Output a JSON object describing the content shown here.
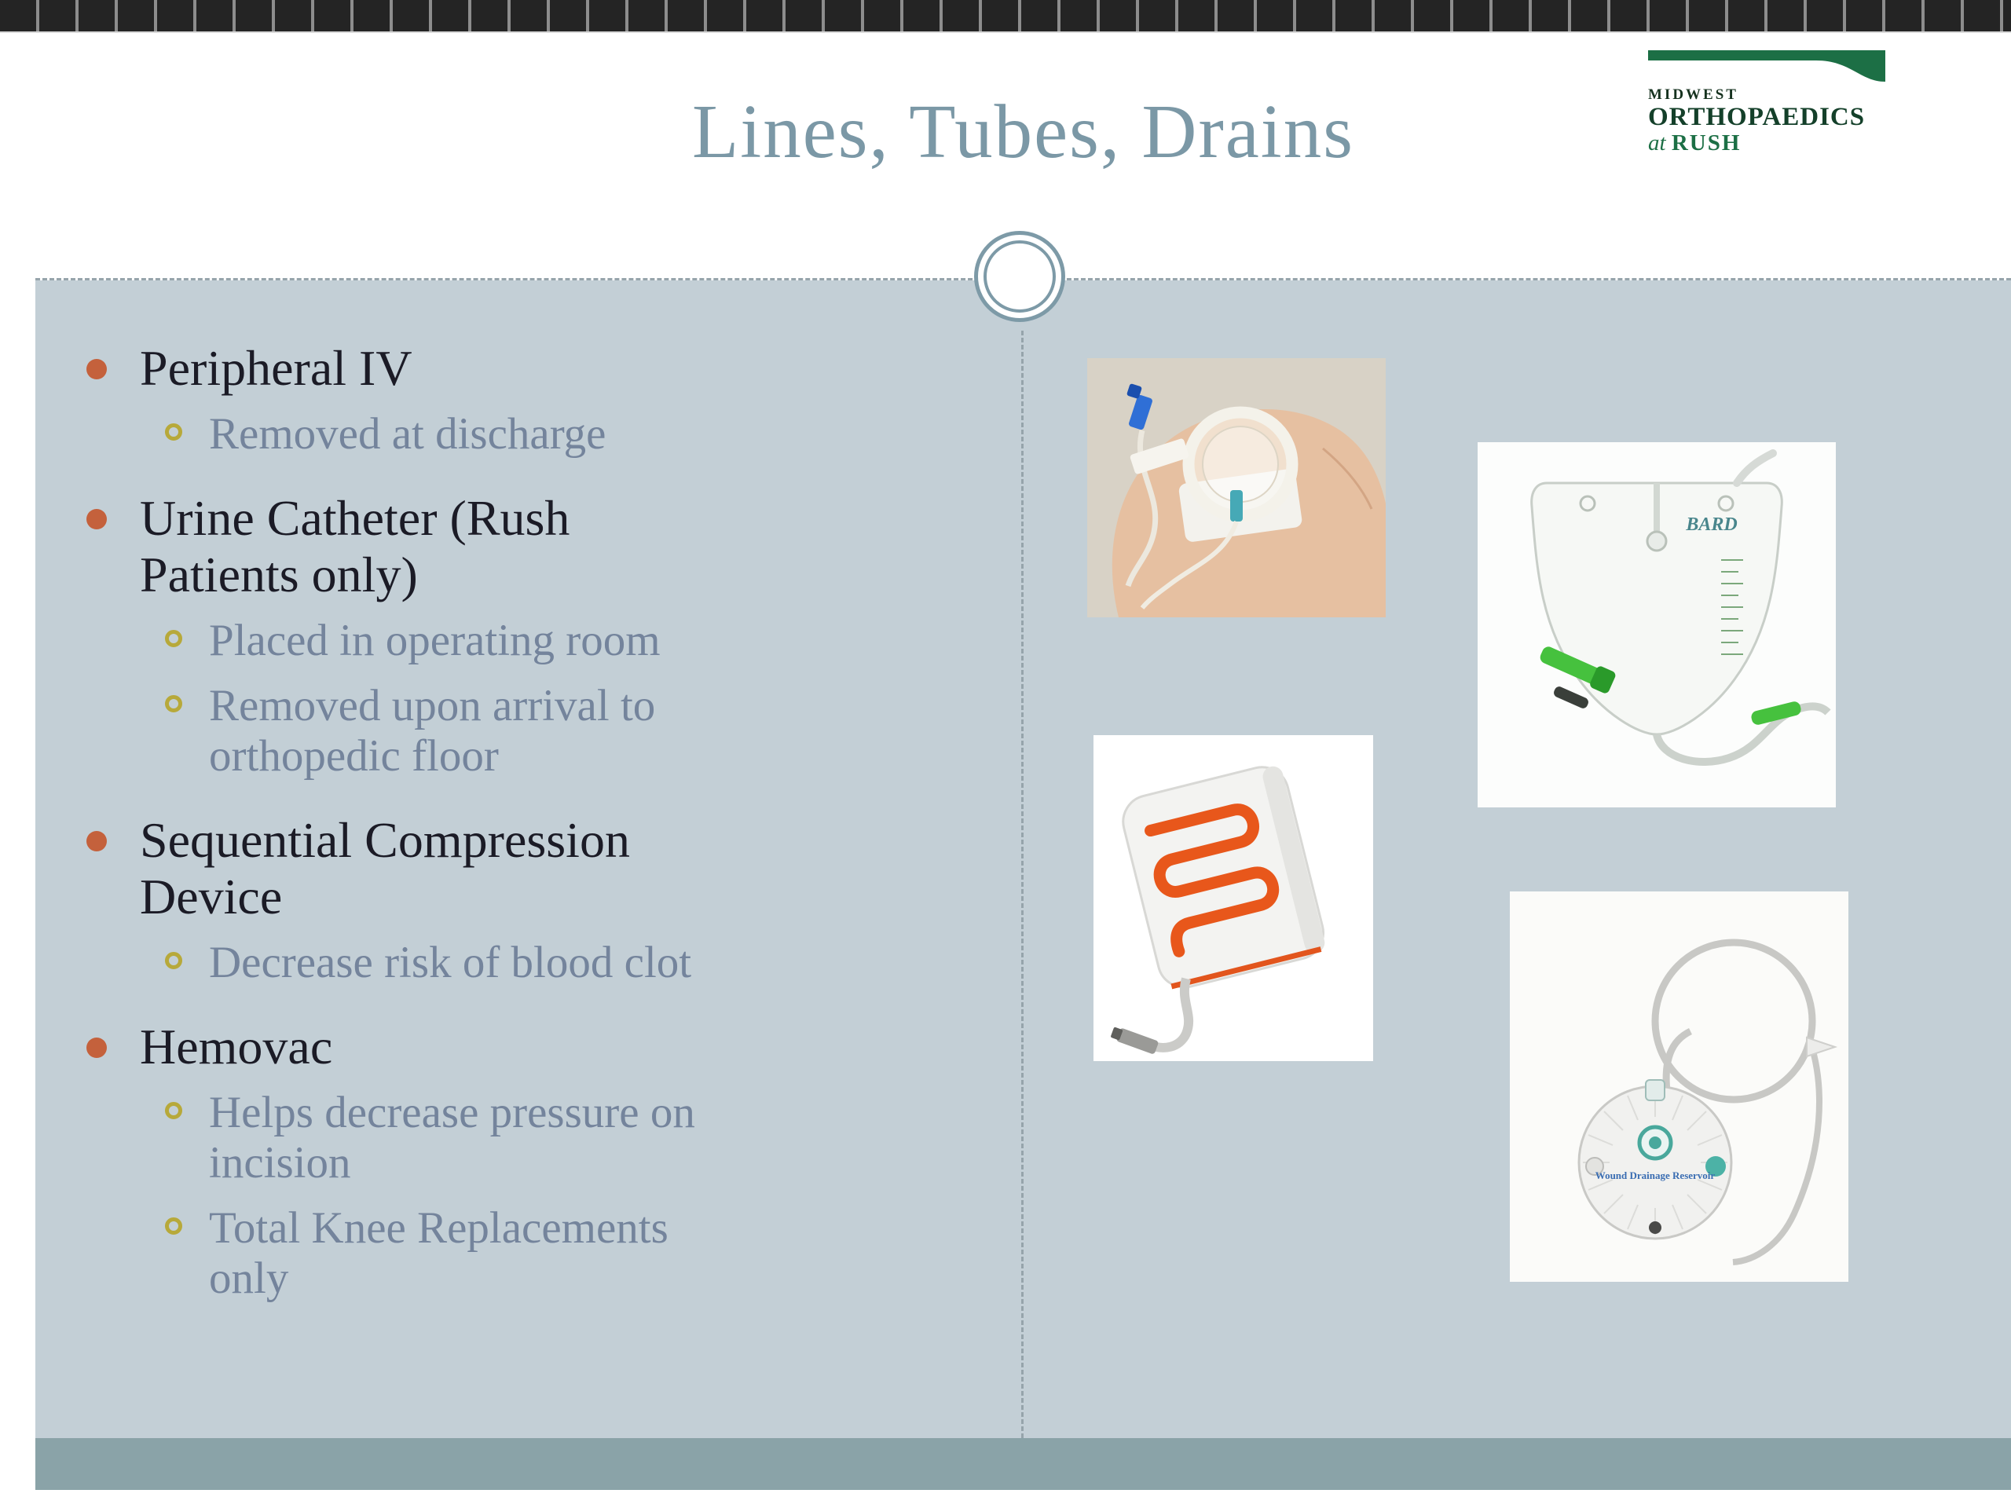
{
  "slide": {
    "title": "Lines, Tubes, Drains",
    "logo": {
      "line1": "MIDWEST",
      "line2": "ORTHOPAEDICS",
      "line3_prefix": "at",
      "line3_name": "RUSH"
    },
    "content": {
      "bullets": [
        {
          "label": "Peripheral IV",
          "subs": [
            "Removed at discharge"
          ]
        },
        {
          "label": "Urine Catheter (Rush\nPatients only)",
          "subs": [
            "Placed in operating room",
            "Removed upon arrival to\northopedic floor"
          ]
        },
        {
          "label": "Sequential Compression\nDevice",
          "subs": [
            "Decrease risk of blood clot"
          ]
        },
        {
          "label": "Hemovac",
          "subs": [
            "Helps decrease pressure on\nincision",
            "Total Knee Replacements\nonly"
          ]
        }
      ]
    },
    "figures": [
      {
        "name": "peripheral-iv-photo",
        "alt": "Hand with a secured peripheral IV line"
      },
      {
        "name": "urine-catheter-bag-photo",
        "alt": "Urine catheter drainage bag",
        "brand": "BARD"
      },
      {
        "name": "scd-sleeve-photo",
        "alt": "Sequential compression device sleeve"
      },
      {
        "name": "hemovac-photo",
        "alt": "Hemovac wound drainage reservoir",
        "label": "Wound Drainage Reservoir"
      }
    ],
    "colors": {
      "body_bg": "#c3cfd6",
      "footer_bar": "#8aa3a8",
      "title_text": "#7b98a6",
      "level1_bullet": "#c4613c",
      "level1_text": "#1b1b26",
      "level2_ring": "#b7a93a",
      "level2_text": "#74849c",
      "logo_green": "#1c6f45",
      "scd_tube_orange": "#e8571b",
      "clamp_green": "#46c13e"
    }
  }
}
